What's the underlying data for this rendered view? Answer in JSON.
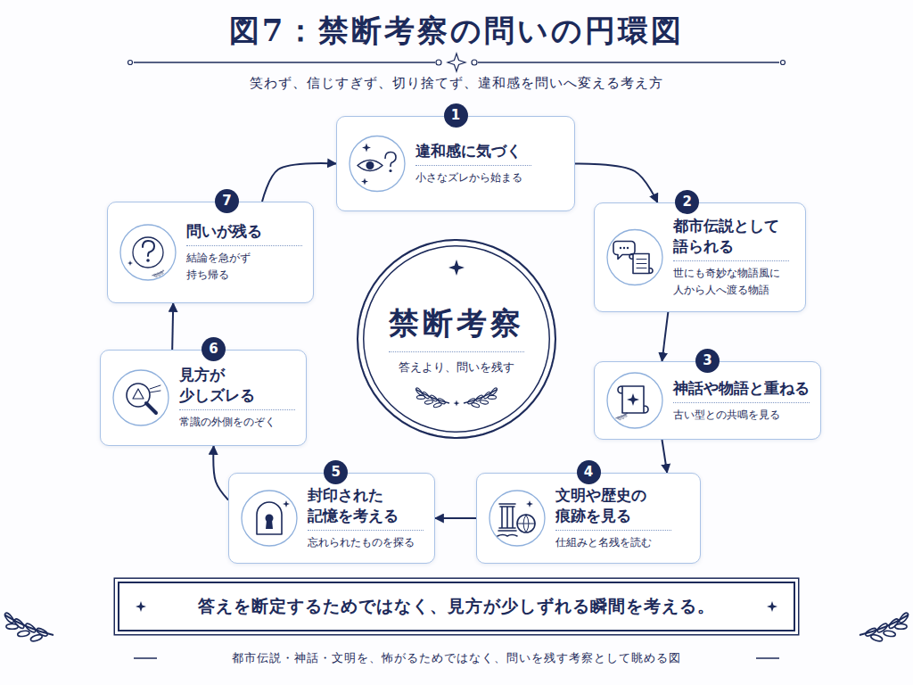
{
  "diagram": {
    "title": "図7：禁断考察の問いの円環図",
    "caption": "都市伝説・神話・文明を、怖がるためではなく、問いを残す考察として眺める図",
    "nodes": [
      {
        "text": [
          "違和感に気づく",
          "小さなズレから始まる"
        ]
      },
      {
        "text": [
          "1"
        ],
        "in": 0
      },
      {
        "text": [
          "都市伝説として 語られる",
          "世にも奇妙な物語風に 人から人へ渡る物語"
        ]
      },
      {
        "text": [
          "2"
        ],
        "in": 2
      },
      {
        "text": [
          "神話や物語と重ねる",
          "古い型との共鳴を見る"
        ]
      },
      {
        "text": [
          "3"
        ],
        "in": 4
      },
      {
        "text": [
          "文明や歴史の 痕跡を見る",
          "仕組みと名残を読む"
        ]
      },
      {
        "text": [
          "4"
        ],
        "in": 6
      },
      {
        "text": [
          "封印された 記憶を考える",
          "忘れられたものを探る"
        ]
      },
      {
        "text": [
          "5"
        ],
        "in": 8
      },
      {
        "text": [
          "見方が 少しズレる",
          "常識の外側をのぞく"
        ]
      },
      {
        "text": [
          "6"
        ],
        "in": 10
      },
      {
        "text": [
          "問いが残る",
          "結論を急がず 持ち帰る"
        ]
      },
      {
        "text": [
          "7"
        ],
        "in": 12
      },
      {
        "text": [
          "禁断考察",
          "答えより、問いを残す"
        ]
      },
      {
        "text": [
          "答えを断定するためではなく、見方が少しずれる瞬間を考える。"
        ]
      }
    ],
    "edges": [
      {
        "from": 0,
        "to": 2,
        "arrow": "to"
      },
      {
        "from": 2,
        "to": 4,
        "arrow": "to"
      },
      {
        "from": 4,
        "to": 6,
        "arrow": "to"
      },
      {
        "from": 6,
        "to": 8,
        "arrow": "to"
      },
      {
        "from": 8,
        "to": 10,
        "arrow": "to"
      },
      {
        "from": 10,
        "to": 12,
        "arrow": "to"
      },
      {
        "from": 12,
        "to": 0,
        "arrow": "to"
      }
    ],
    "labels": [
      "笑わず、信じすぎず、切り捨てず、違和感を問いへ変える考え方"
    ]
  }
}
